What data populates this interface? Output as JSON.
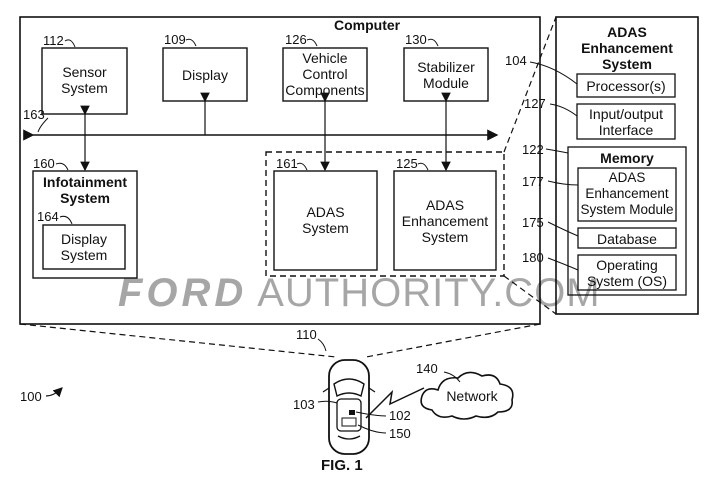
{
  "computer": {
    "title": "Computer",
    "blocks": {
      "sensor": {
        "label": "Sensor\nSystem",
        "ref": "112"
      },
      "display": {
        "label": "Display",
        "ref": "109"
      },
      "vehicle_control": {
        "label": "Vehicle\nControl\nComponents",
        "ref": "126"
      },
      "stabilizer": {
        "label": "Stabilizer\nModule",
        "ref": "130"
      },
      "bus": {
        "ref": "163"
      },
      "infotainment": {
        "label": "Infotainment\nSystem",
        "ref": "160"
      },
      "display_system": {
        "label": "Display\nSystem",
        "ref": "164"
      },
      "adas": {
        "label": "ADAS\nSystem",
        "ref": "161"
      },
      "adas_enh": {
        "label": "ADAS\nEnhancement\nSystem",
        "ref": "125"
      }
    }
  },
  "adas_panel": {
    "title": "ADAS\nEnhancement\nSystem",
    "processor": {
      "label": "Processor(s)",
      "ref": "104"
    },
    "io": {
      "label": "Input/output\nInterface",
      "ref": "127"
    },
    "memory": {
      "label": "Memory",
      "ref": "122"
    },
    "module": {
      "label": "ADAS\nEnhancement\nSystem Module",
      "ref": "177"
    },
    "database": {
      "label": "Database",
      "ref": "175"
    },
    "os": {
      "label": "Operating\nSystem (OS)",
      "ref": "180"
    }
  },
  "vehicle": {
    "ref_vehicle": "110",
    "ref_103": "103",
    "ref_102": "102",
    "ref_150": "150"
  },
  "network": {
    "label": "Network",
    "ref": "140"
  },
  "system_ref": "100",
  "figure_label": "FIG. 1",
  "watermark": {
    "brand": "FORD",
    "rest": " AUTHORITY.COM"
  }
}
